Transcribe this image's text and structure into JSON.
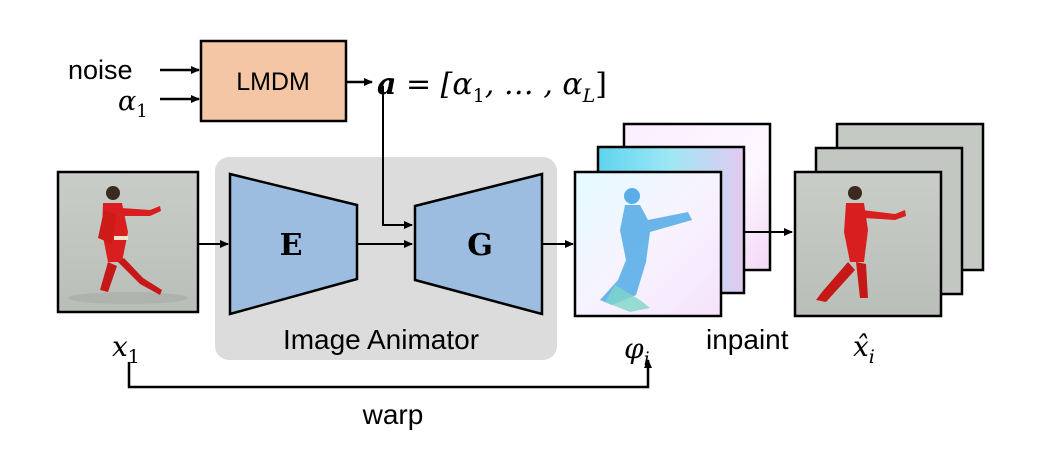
{
  "inputs": {
    "noise_label": "noise",
    "alpha_base": "α",
    "alpha_sub": "1"
  },
  "lmdm": {
    "label": "LMDM",
    "color": "#f5c6a5",
    "output_bold": "a",
    "output_rest": " = [α",
    "output_sub1": "1",
    "output_mid": ", … , α",
    "output_sub2": "L",
    "output_end": "]"
  },
  "animator": {
    "label": "Image Animator",
    "panel_color": "#dcdcdc",
    "block_color": "#9dbde0",
    "encoder_label": "E",
    "generator_label": "G"
  },
  "labels": {
    "x1_base": "x",
    "x1_sub": "1",
    "phi_base": "φ",
    "phi_sub": "i",
    "inpaint": "inpaint",
    "xhat_base": "x̂",
    "xhat_sub": "i",
    "warp": "warp"
  },
  "icons": {
    "input_frame": "tai-chi-person-photo",
    "flow_stack": "optical-flow-image-stack",
    "output_stack": "tai-chi-output-frames-stack"
  }
}
